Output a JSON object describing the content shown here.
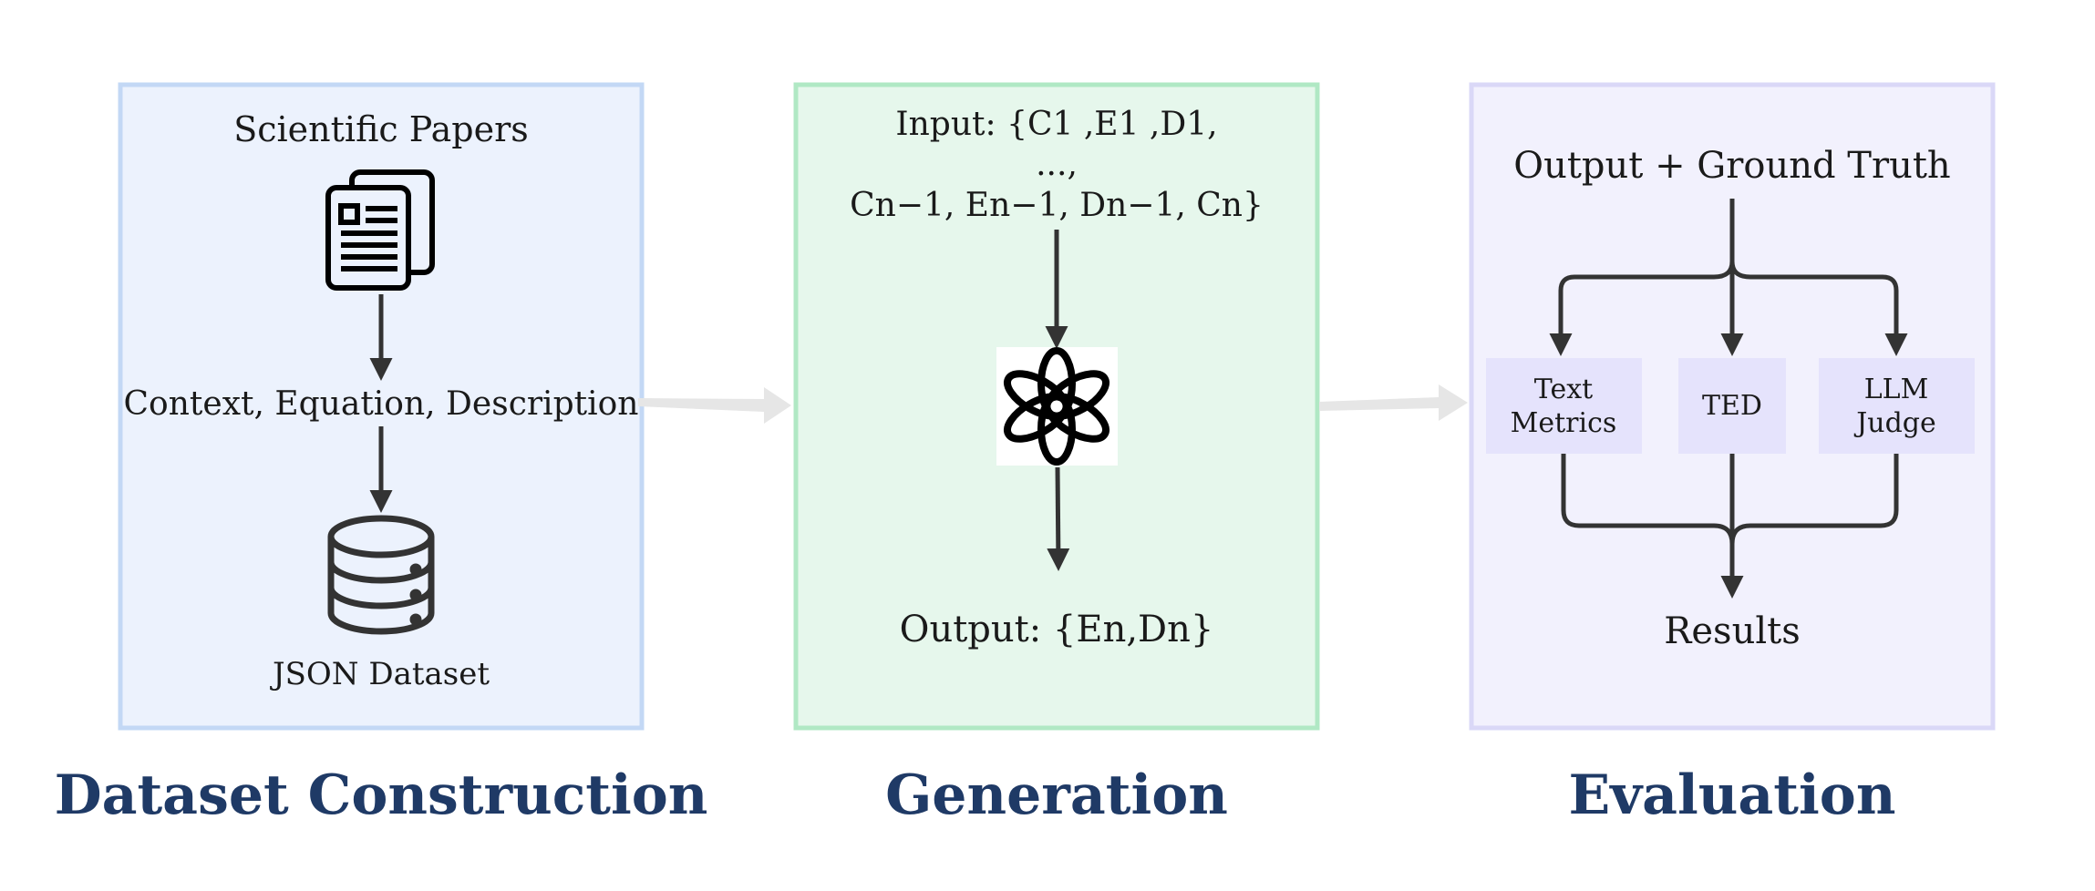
{
  "panels": {
    "dataset": {
      "heading": "Scientific Papers",
      "mid_label": "Context, Equation, Description",
      "bottom_label": "JSON Dataset",
      "section_title": "Dataset Construction",
      "icons": [
        "document-icon",
        "database-icon"
      ]
    },
    "generation": {
      "input_line1": "Input: {C1 ,E1 ,D1,",
      "input_line2": "...,",
      "input_line3": "Cn−1, En−1, Dn−1, Cn}",
      "output_label": "Output: {En,Dn}",
      "section_title": "Generation",
      "icons": [
        "openai-logo-icon"
      ]
    },
    "evaluation": {
      "top_label": "Output + Ground Truth",
      "metric_text_line1": "Text",
      "metric_text_line2": "Metrics",
      "metric_ted": "TED",
      "metric_llm_line1": "LLM",
      "metric_llm_line2": "Judge",
      "results_label": "Results",
      "section_title": "Evaluation"
    }
  },
  "colors": {
    "dataset_fill": "#ecf2fd",
    "dataset_border": "#c3d8f5",
    "generation_fill": "#e6f7ec",
    "generation_border": "#b0e8c4",
    "evaluation_fill": "#f2f1fd",
    "evaluation_border": "#dad8f7",
    "metric_box": "#e5e3fc",
    "arrow": "#333333",
    "connector_arrow": "#e6e6e6",
    "title": "#1f3a66"
  }
}
